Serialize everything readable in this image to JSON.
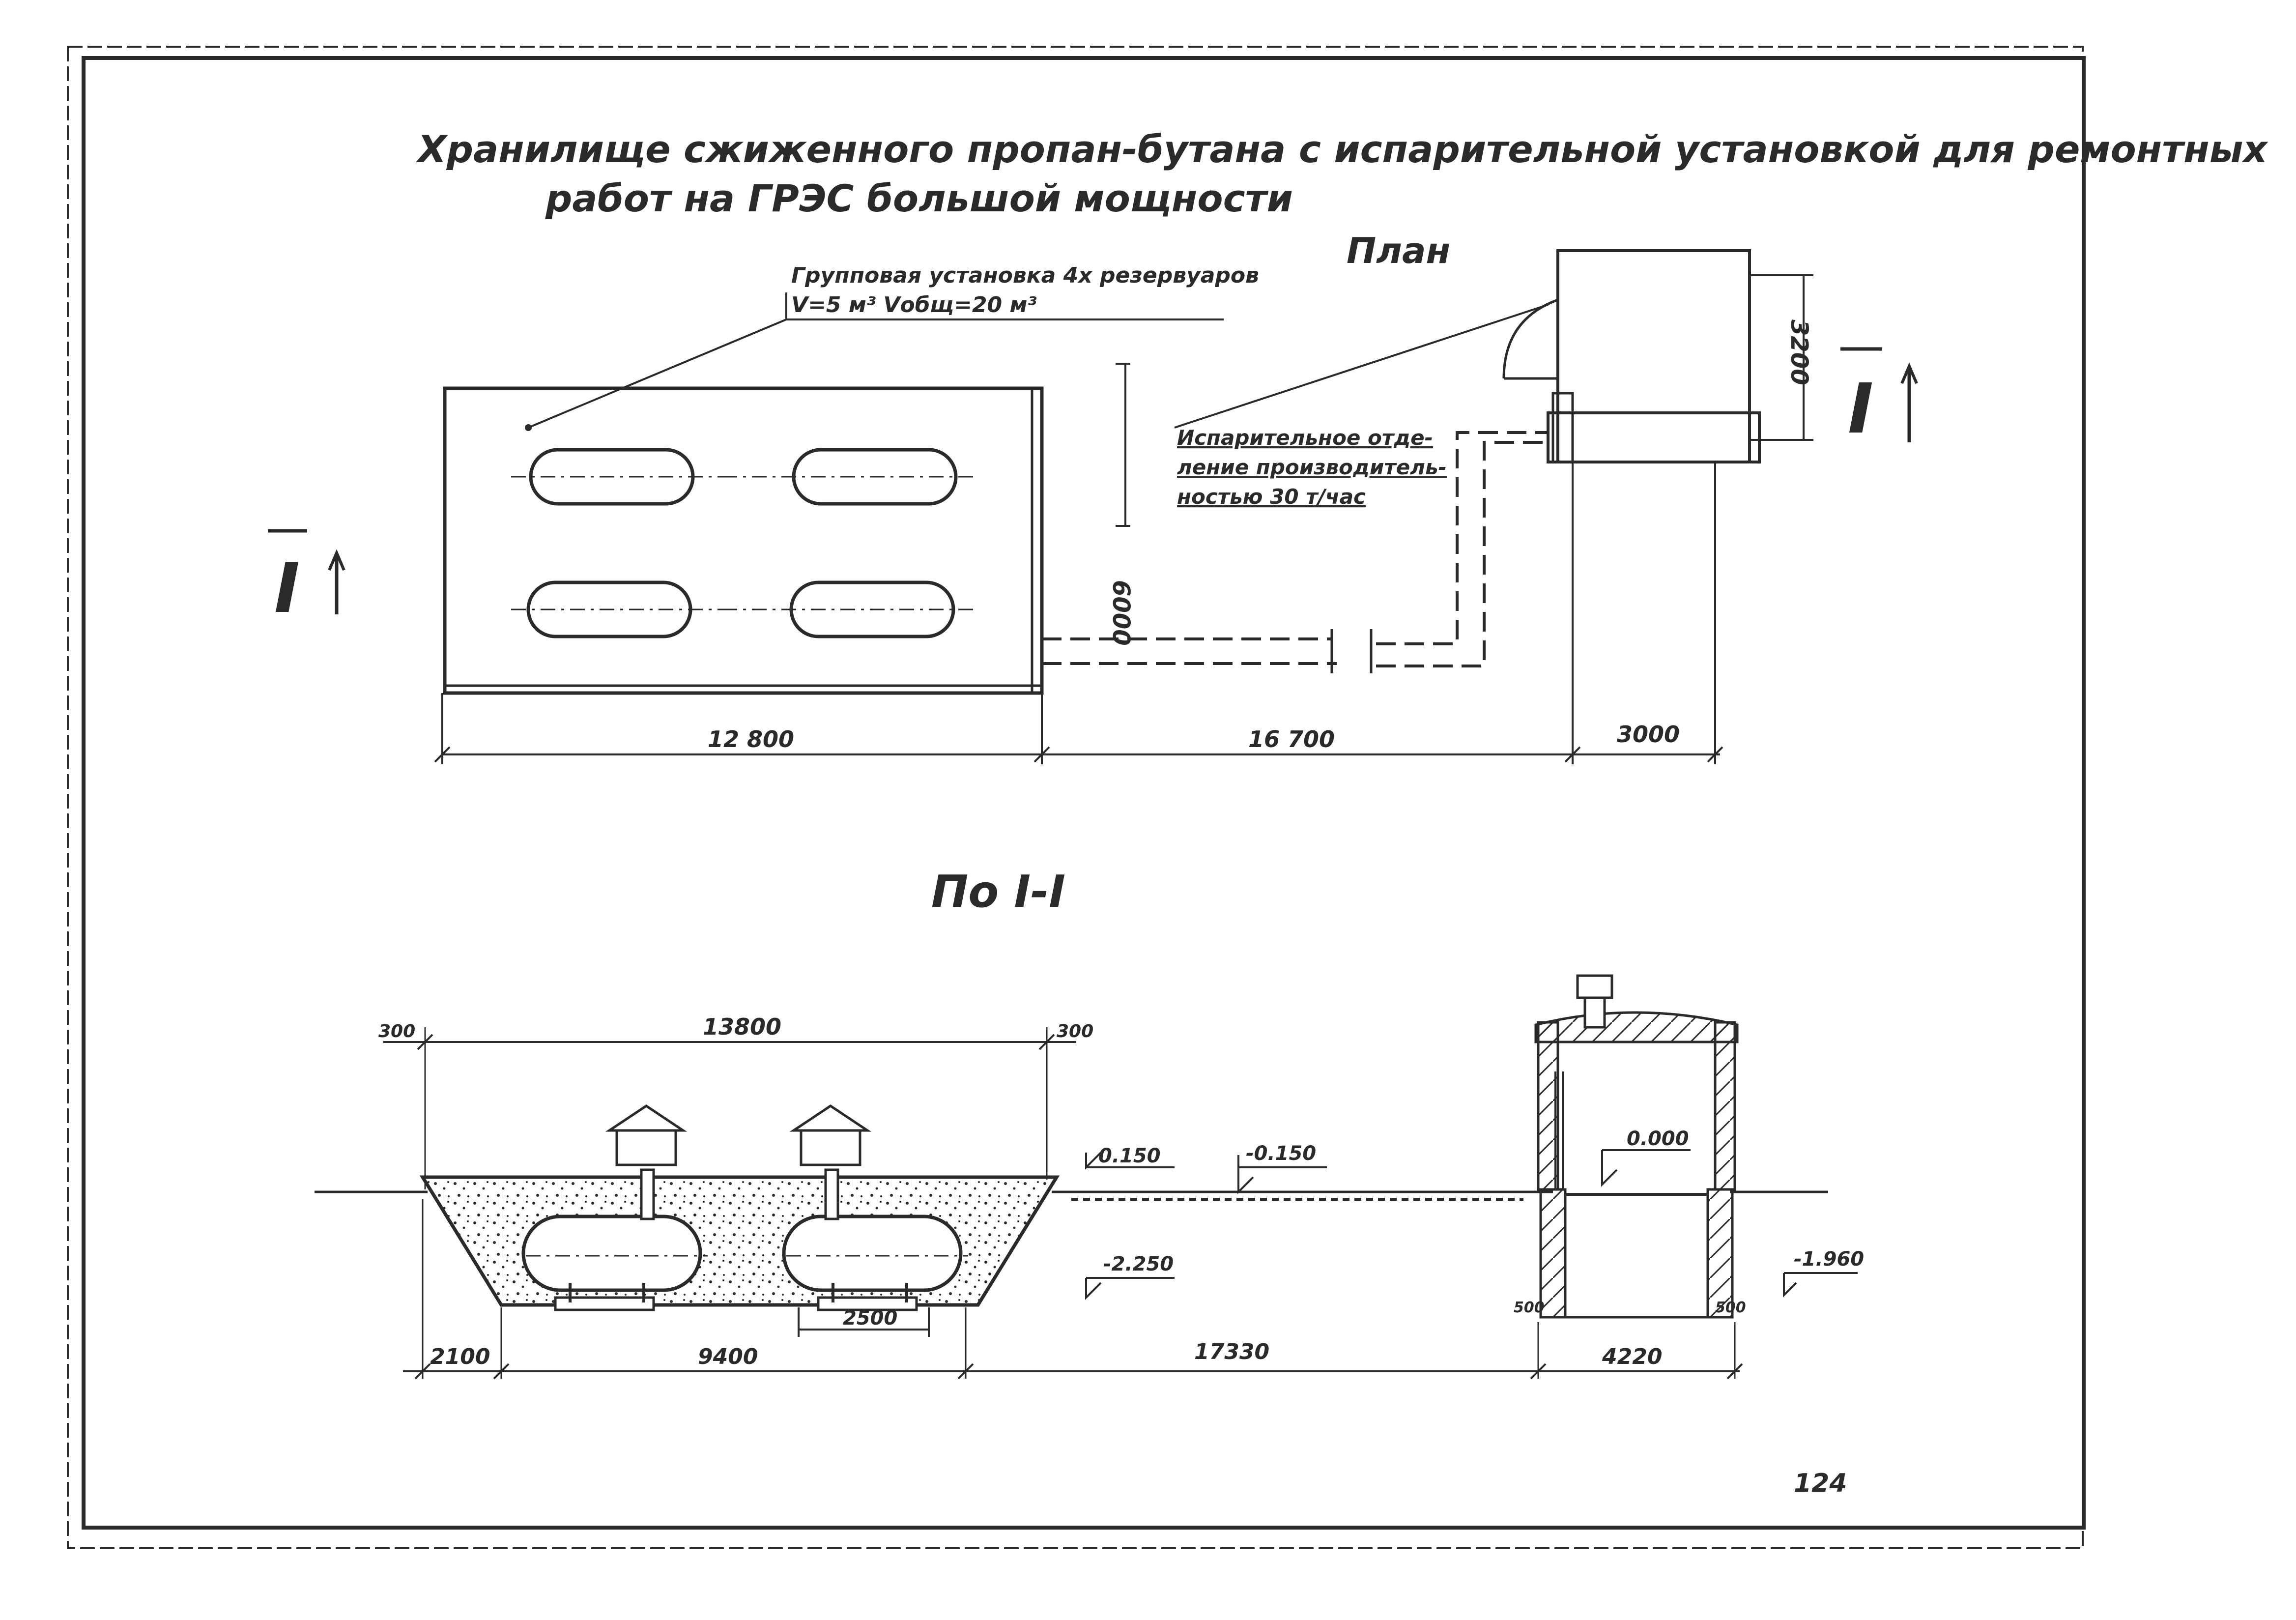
{
  "title": {
    "line1": "Хранилище сжиженного пропан-бутана с испарительной установкой для ремонтных",
    "line2": "работ на ГРЭС большой мощности"
  },
  "plan": {
    "heading": "План",
    "tank_group_label_1": "Групповая установка 4х резервуаров",
    "tank_group_label_2": "V=5 м³ Vобщ=20 м³",
    "evaporator_label_1": "Испарительное отде-",
    "evaporator_label_2": "ление производитель-",
    "evaporator_label_3": "ностью 30 т/час",
    "dim_width": "12 800",
    "dim_pipe": "16 700",
    "dim_building": "3000",
    "dim_height": "6000",
    "dim_building_depth": "3200",
    "section_mark": "I"
  },
  "section": {
    "heading": "По I-I",
    "dim_top": "13800",
    "dim_left_300": "300",
    "dim_right_300": "300",
    "level_top": "0.150",
    "level_ground": "-0.150",
    "level_bottom": "-2.250",
    "level_floor": "0.000",
    "level_pit": "-1.960",
    "dim_2100": "2100",
    "dim_9400": "9400",
    "dim_2500": "2500",
    "dim_17330": "17330",
    "dim_4220": "4220",
    "dim_500_left": "500",
    "dim_500_right": "500"
  },
  "page_number": "124",
  "colors": {
    "ink": "#2a2a2a",
    "paper": "#ffffff"
  }
}
